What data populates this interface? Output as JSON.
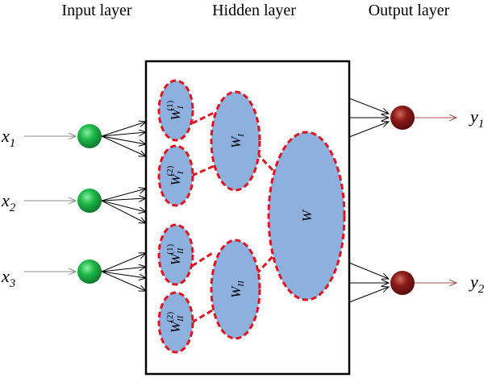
{
  "layers": {
    "input": "Input layer",
    "hidden": "Hidden layer",
    "output": "Output layer"
  },
  "inputs": [
    {
      "var": "x",
      "sub": "1"
    },
    {
      "var": "x",
      "sub": "2"
    },
    {
      "var": "x",
      "sub": "3"
    }
  ],
  "outputs": [
    {
      "var": "y",
      "sub": "1"
    },
    {
      "var": "y",
      "sub": "2"
    }
  ],
  "weights": {
    "w1_1": {
      "main": "W",
      "sup": "(1)",
      "sub": "I"
    },
    "w1_2": {
      "main": "W",
      "sup": "(2)",
      "sub": "I"
    },
    "w2_1": {
      "main": "W",
      "sup": "(1)",
      "sub": "II"
    },
    "w2_2": {
      "main": "W",
      "sup": "(2)",
      "sub": "II"
    },
    "wI": {
      "main": "W",
      "sub": "I"
    },
    "wII": {
      "main": "W",
      "sub": "II"
    },
    "w": {
      "main": "W"
    }
  },
  "colors": {
    "input_node": "#1fb84a",
    "output_node": "#8b1a1a",
    "ellipse_fill": "#8eb0df",
    "dash_stroke": "#e0141e"
  }
}
